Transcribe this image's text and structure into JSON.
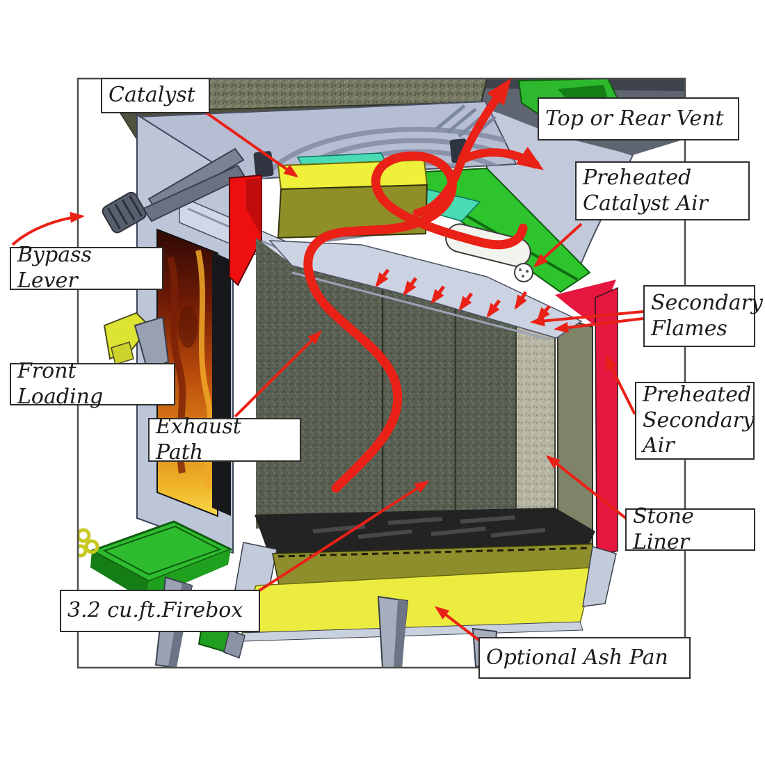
{
  "figure": {
    "type": "annotated-cutaway-diagram",
    "subject": "Catalytic wood stove cross-section with airflow paths",
    "background": "#ffffff",
    "frame_color": "#4f4f4f"
  },
  "labels": {
    "catalyst": "Catalyst",
    "top_or_rear_vent": "Top or Rear Vent",
    "preheated_catalyst_air": "Preheated\nCatalyst Air",
    "bypass_lever": "Bypass Lever",
    "secondary_flames": "Secondary\nFlames",
    "front_loading": "Front Loading",
    "preheated_secondary_air": "Preheated\nSecondary\nAir",
    "exhaust_path": "Exhaust Path",
    "stone_liner": "Stone Liner",
    "firebox_capacity": "3.2 cu.ft.Firebox",
    "optional_ash_pan": "Optional Ash Pan"
  },
  "colors": {
    "arrow_red": "#e92116",
    "bypass_channel_red": "#ee1010",
    "secondary_air_panel_red": "#e5173f",
    "steel_light_gray": "#bdc5d8",
    "bright_green": "#2eb82e",
    "teal": "#49dcb4",
    "catalyst_yellow": "#eef03a",
    "catalyst_olive": "#8f8f28",
    "granite_top": "#747861",
    "firebox_stone": "#596053",
    "stone_liner_gray": "#b6b4a3",
    "ash_pan_yellow": "#ecec40",
    "ash_pan_olive": "#8e8e2c",
    "grate_black": "#232323",
    "fire_orange": "#c8540e",
    "label_border": "#2e2e2e"
  }
}
